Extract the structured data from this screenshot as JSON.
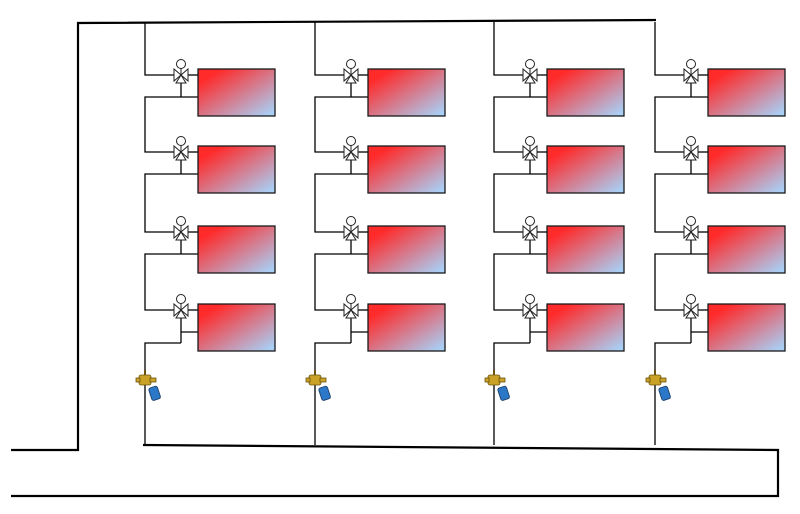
{
  "diagram": {
    "type": "heating-system-schematic",
    "risers": 4,
    "radiators_per_riser": 4,
    "components": {
      "radiator": "radiator-icon",
      "valve": "three-way-valve-icon",
      "balancing_valve": "balancing-valve-icon"
    },
    "colors": {
      "radiator_hot": "#ff2a2a",
      "radiator_cold": "#a9cff5",
      "pipe": "#000000",
      "valve_fill": "#ffffff",
      "balancing_brass": "#c9a227",
      "balancing_blue": "#2c78c8"
    }
  }
}
